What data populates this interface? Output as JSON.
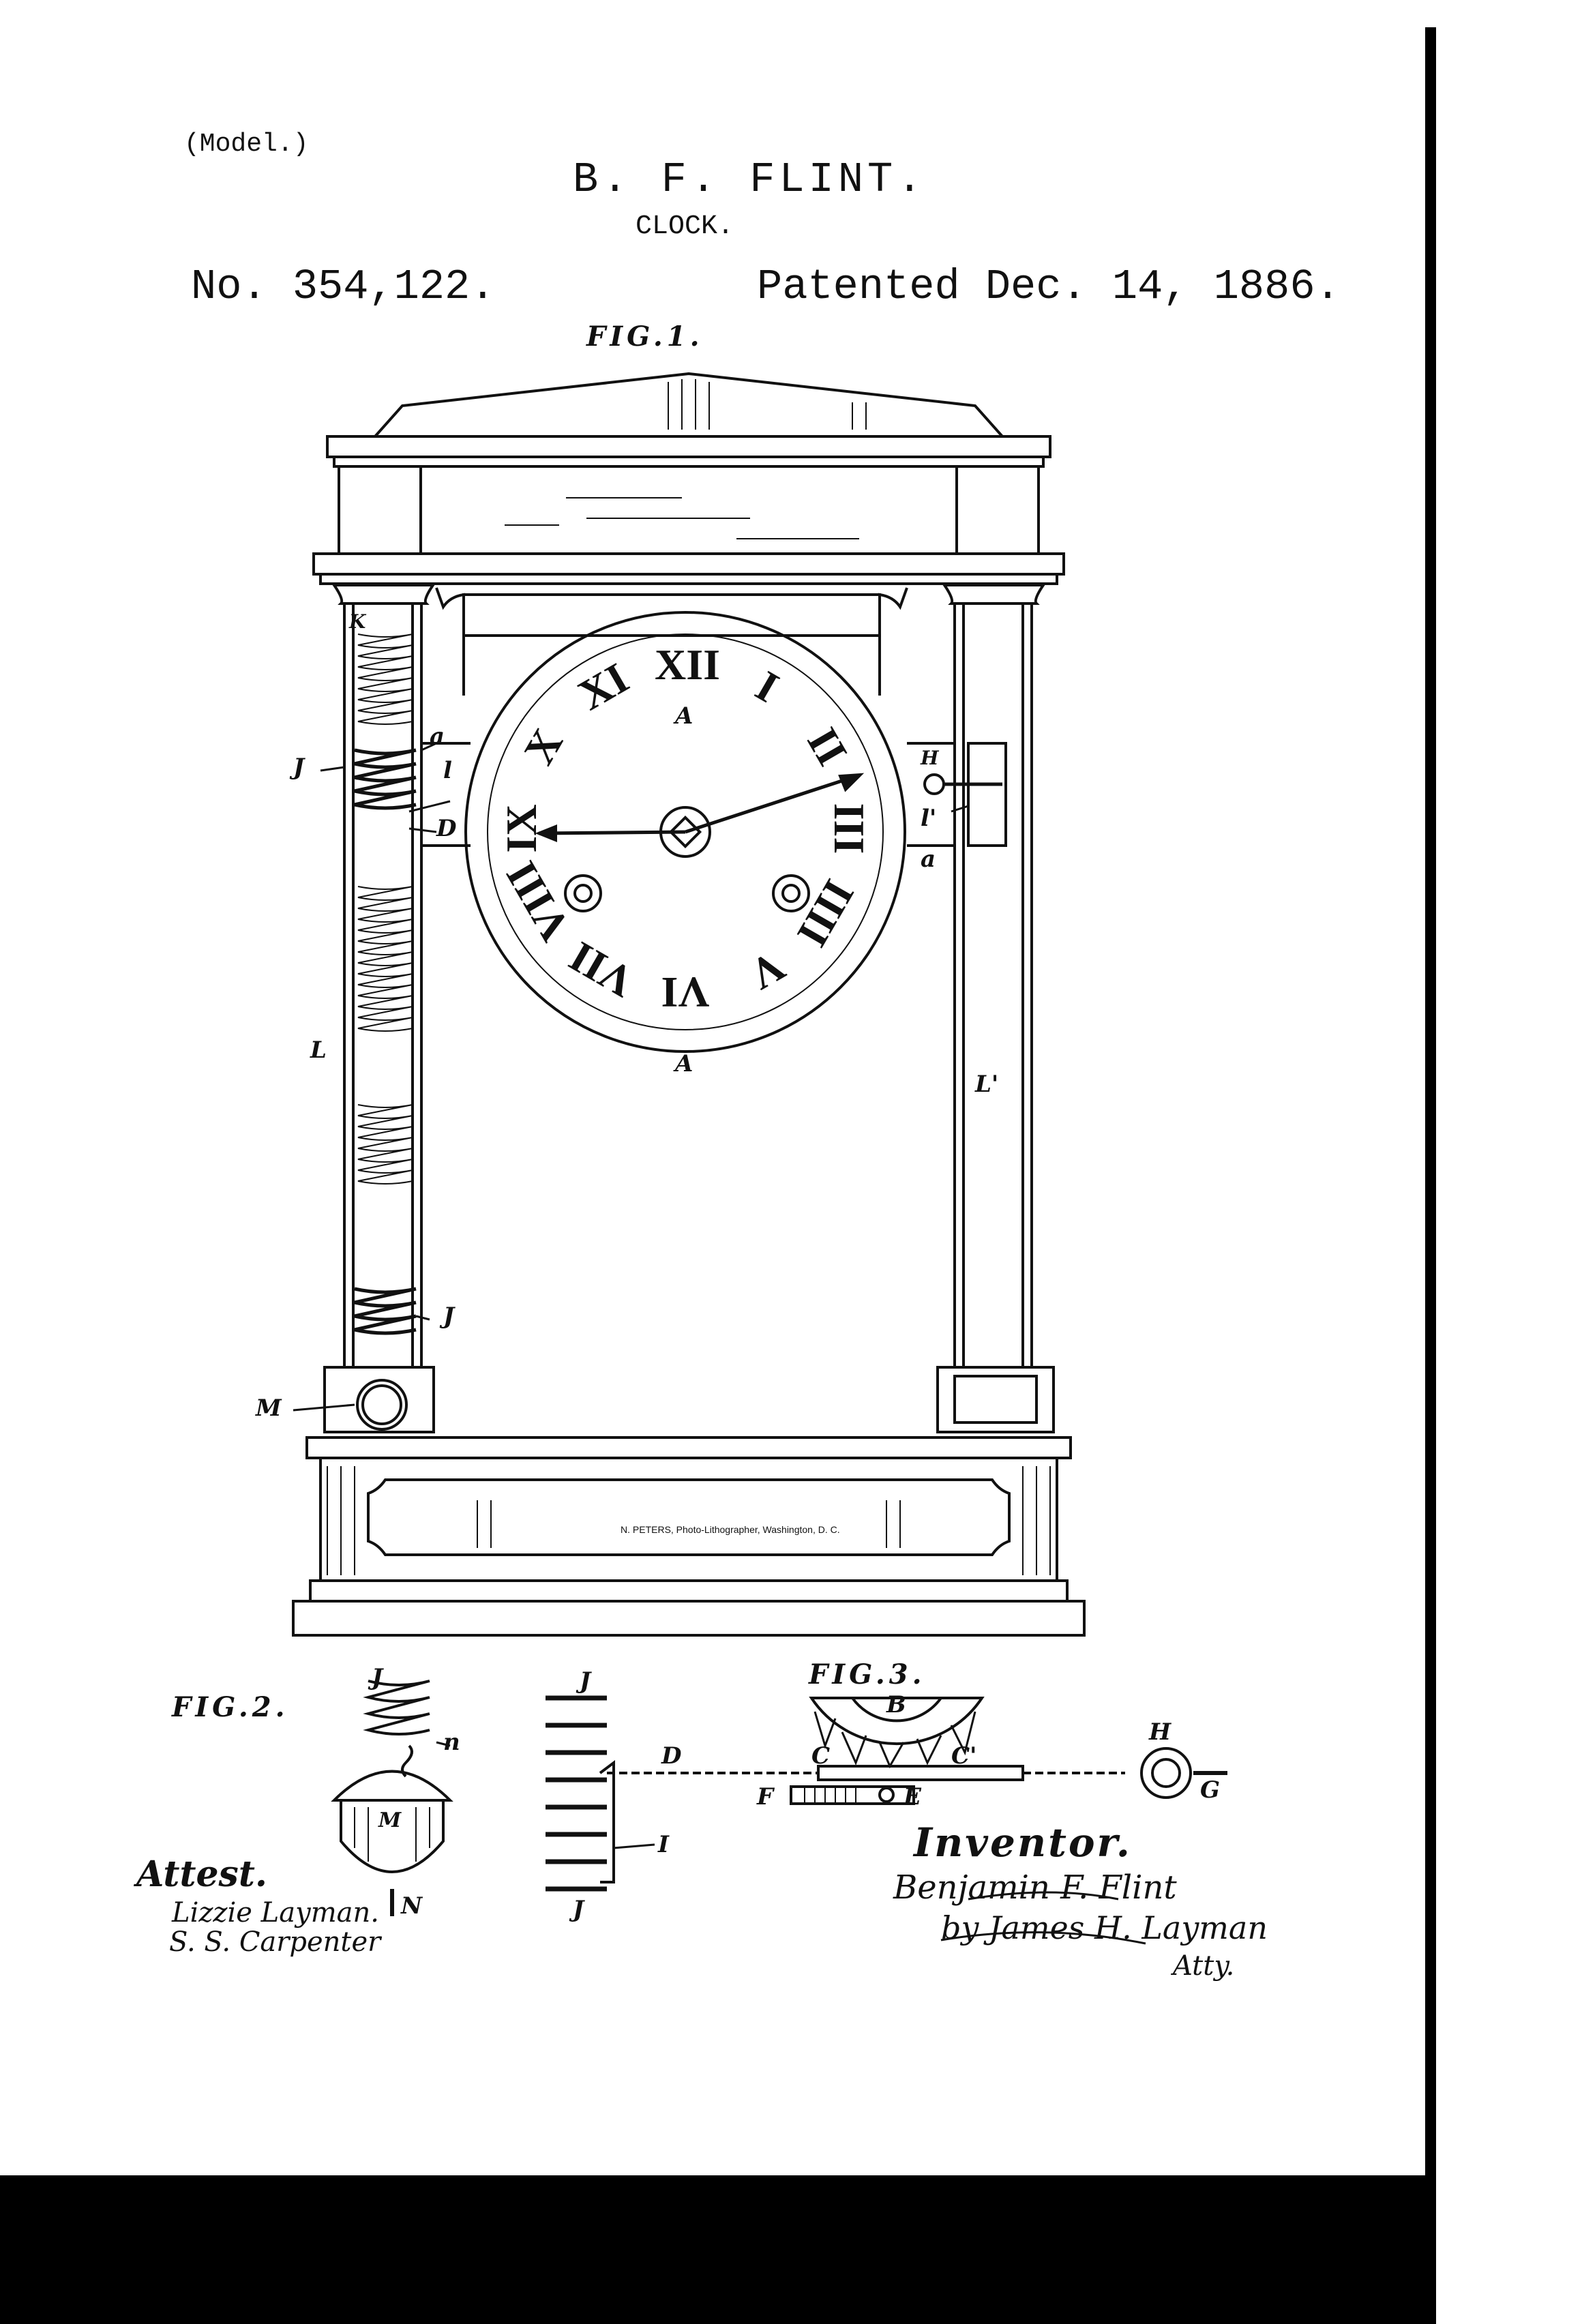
{
  "header": {
    "model": "(Model.)",
    "inventor_name": "B. F. FLINT.",
    "title": "CLOCK.",
    "patent_number": "No. 354,122.",
    "patent_date": "Patented Dec. 14, 1886."
  },
  "figures": {
    "fig1": "FIG.1.",
    "fig2": "FIG.2.",
    "fig3": "FIG.3."
  },
  "dial_numerals": [
    "XII",
    "I",
    "II",
    "III",
    "IIII",
    "V",
    "VI",
    "VII",
    "VIII",
    "IX",
    "X",
    "XI"
  ],
  "labels": {
    "A_top": "A",
    "A_bottom": "A",
    "K": "K",
    "a_left": "a",
    "l_left": "l",
    "J_left_top": "J",
    "D": "D",
    "H": "H",
    "l_right": "l'",
    "a_right": "a",
    "L": "L",
    "L_right": "L'",
    "J_left_bottom": "J",
    "M": "M",
    "fig2_J": "J",
    "fig2_n": "n",
    "fig2_M": "M",
    "fig2_N": "N",
    "fig3_J_top": "J",
    "fig3_D": "D",
    "fig3_I": "I",
    "fig3_J_bottom": "J",
    "fig3_B": "B",
    "fig3_C": "C",
    "fig3_C_prime": "C'",
    "fig3_F": "F",
    "fig3_E": "E",
    "fig3_H": "H",
    "fig3_G": "G"
  },
  "signatures": {
    "attest_heading": "Attest.",
    "witness1": "Lizzie Layman.",
    "witness2": "S. S. Carpenter",
    "inventor_heading": "Inventor.",
    "inventor_line1": "Benjamin F. Flint",
    "inventor_line2": "by James H. Layman",
    "inventor_line3": "Atty."
  },
  "footer": {
    "credit": "N. PETERS, Photo-Lithographer, Washington, D. C."
  }
}
